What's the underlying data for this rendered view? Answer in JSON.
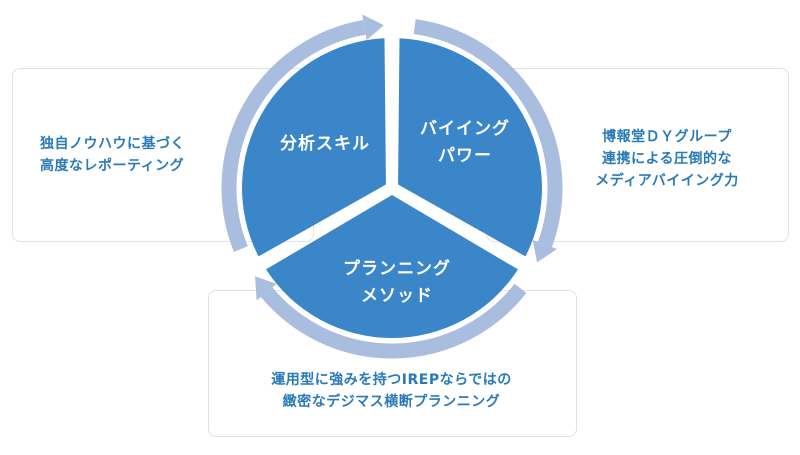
{
  "segments": {
    "analysis": {
      "label": "分析スキル"
    },
    "buying": {
      "line1": "バイイング",
      "line2": "パワー"
    },
    "planning": {
      "line1": "プランニング",
      "line2": "メソッド"
    }
  },
  "descriptions": {
    "left": {
      "line1": "独自ノウハウに基づく",
      "line2": "高度なレポーティング"
    },
    "right": {
      "line1": "博報堂ＤＹグループ",
      "line2": "連携による圧倒的な",
      "line3": "メディアバイイング力"
    },
    "bottom": {
      "line1": "運用型に強みを持つIREPならではの",
      "line2": "緻密なデジマス横断プランニング"
    }
  },
  "colors": {
    "segment_fill": "#3a86c8",
    "ring": "#a9bddf",
    "description_text": "#2a7ab7",
    "box_border": "#dde2e8"
  }
}
